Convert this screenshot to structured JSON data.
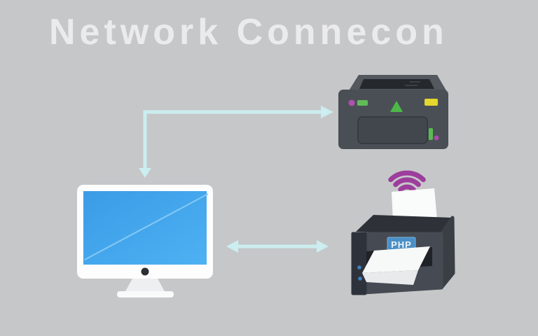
{
  "title": "Network Connecon",
  "colors": {
    "background": "#c6c7c9",
    "title_text": "#ebebed",
    "arrow": "#cbeef0",
    "monitor_frame": "#fdfdfe",
    "monitor_screen": "#3da2ea",
    "laser_printer_body": "#4a4f56",
    "wireless_printer_body": "#464b53",
    "wifi_purple": "#9d3d9d",
    "php_label_bg": "#4a8fc7",
    "indicator_magenta": "#b14fae",
    "indicator_green": "#4db848",
    "indicator_yellow": "#e4d72e",
    "status_dot_blue": "#3f80bf"
  },
  "diagram": {
    "computer": {
      "icon": "desktop-monitor-icon"
    },
    "laser_printer": {
      "icon": "laser-printer-icon"
    },
    "wireless_printer": {
      "icon": "wireless-printer-icon",
      "panel_text": "PHP"
    },
    "connections": [
      {
        "from": "computer",
        "to": "laser_printer",
        "style": "elbow-arrow",
        "heads": [
          "down-to-computer",
          "right-to-laser-printer"
        ]
      },
      {
        "from": "computer",
        "to": "wireless_printer",
        "style": "double-headed-arrow"
      }
    ]
  }
}
